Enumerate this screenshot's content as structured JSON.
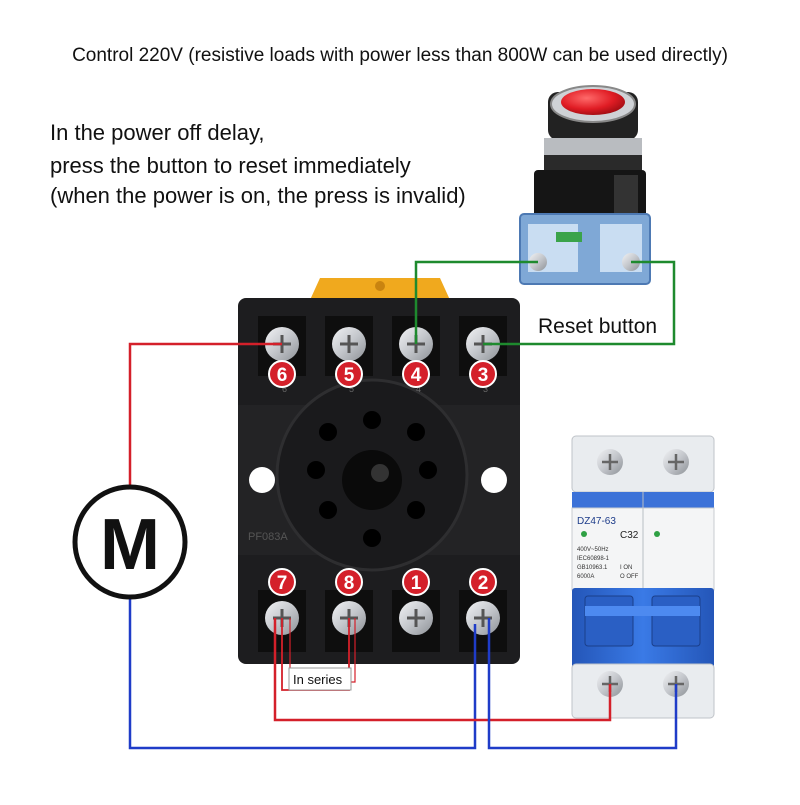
{
  "header": {
    "text": "Control 220V (resistive loads with power less than 800W can be used directly)"
  },
  "note": {
    "lines": [
      "In the power off delay,",
      "press the button to reset immediately",
      "(when the power is on, the press is invalid)"
    ]
  },
  "labels": {
    "reset_button": "Reset button",
    "in_series": "In series",
    "motor": "M"
  },
  "socket": {
    "top_terminals": [
      "6",
      "5",
      "4",
      "3"
    ],
    "bottom_terminals": [
      "7",
      "8",
      "1",
      "2"
    ],
    "model": "PF083A"
  },
  "breaker": {
    "model": "DZ47-63",
    "rating": "C32",
    "specs": [
      "400V~50Hz",
      "IEC60898-1",
      "GB10963.1",
      "6000A"
    ],
    "switch_states": [
      "I ON",
      "O OFF"
    ]
  },
  "colors": {
    "wire_red": "#d4202a",
    "wire_blue": "#1f3cc8",
    "wire_green": "#1e8a2e",
    "terminal_badge": "#d4202a",
    "breaker_blue": "#2f6fd6",
    "socket_body": "#1d1d1f",
    "button_red": "#e01c24"
  },
  "icons": {
    "motor": "motor-symbol-icon",
    "button": "red-push-button-icon",
    "breaker": "circuit-breaker-icon",
    "socket": "relay-socket-icon"
  }
}
